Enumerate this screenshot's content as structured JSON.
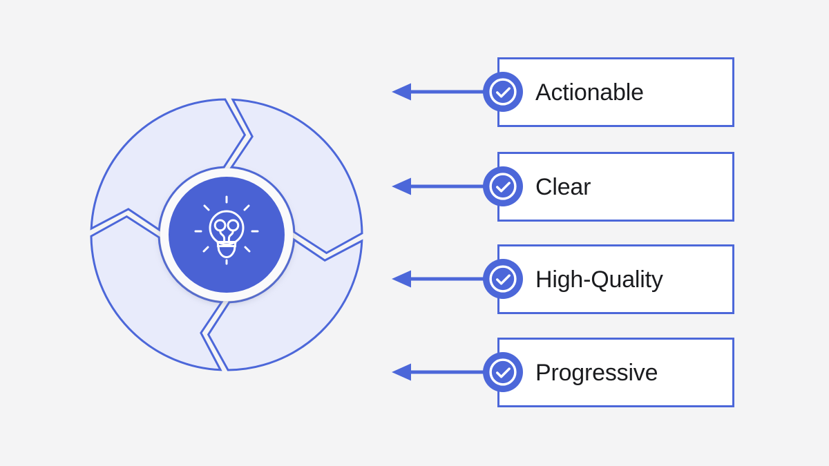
{
  "background": "#F4F4F5",
  "accent": "#4C67D9",
  "text_color": "#1A1B1E",
  "box_background": "#FFFFFF",
  "diagram": {
    "type": "cycle",
    "segment_count": 4,
    "segment_fill": "#E8EBFB",
    "segment_stroke": "#4C67D9",
    "hub_color": "#4A62D4",
    "hub_icon": "lightbulb-icon"
  },
  "icons": {
    "hub": "lightbulb-icon",
    "item_badge": "check-circle-icon",
    "connector": "arrow-left-icon"
  },
  "items": [
    {
      "label": "Actionable"
    },
    {
      "label": "Clear"
    },
    {
      "label": "High-Quality"
    },
    {
      "label": "Progressive"
    }
  ]
}
